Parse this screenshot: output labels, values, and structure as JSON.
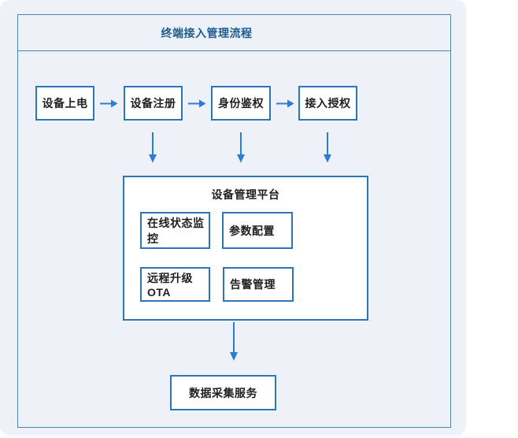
{
  "flowchart": {
    "title": "终端接入管理流程",
    "steps": [
      {
        "label": "设备上电"
      },
      {
        "label": "设备注册"
      },
      {
        "label": "身份鉴权"
      },
      {
        "label": "接入授权"
      }
    ],
    "platform": {
      "title": "设备管理平台",
      "modules": [
        {
          "label": "在线状态监控"
        },
        {
          "label": "参数配置"
        },
        {
          "label": "远程升级OTA"
        },
        {
          "label": "告警管理"
        }
      ]
    },
    "service": {
      "label": "数据采集服务"
    },
    "arrows": {
      "step_flow": "left-to-right",
      "down_from_steps": [
        "设备注册",
        "身份鉴权",
        "接入授权"
      ],
      "platform_to_service": true
    }
  },
  "colors": {
    "page_background": "#ffffff",
    "panel_background": "#edf2f9",
    "frame_border": "#4e86ae",
    "node_border": "#2e75b6",
    "arrow": "#2b7cd3",
    "title_text": "#215c8e",
    "node_text": "#1f1f1f"
  }
}
